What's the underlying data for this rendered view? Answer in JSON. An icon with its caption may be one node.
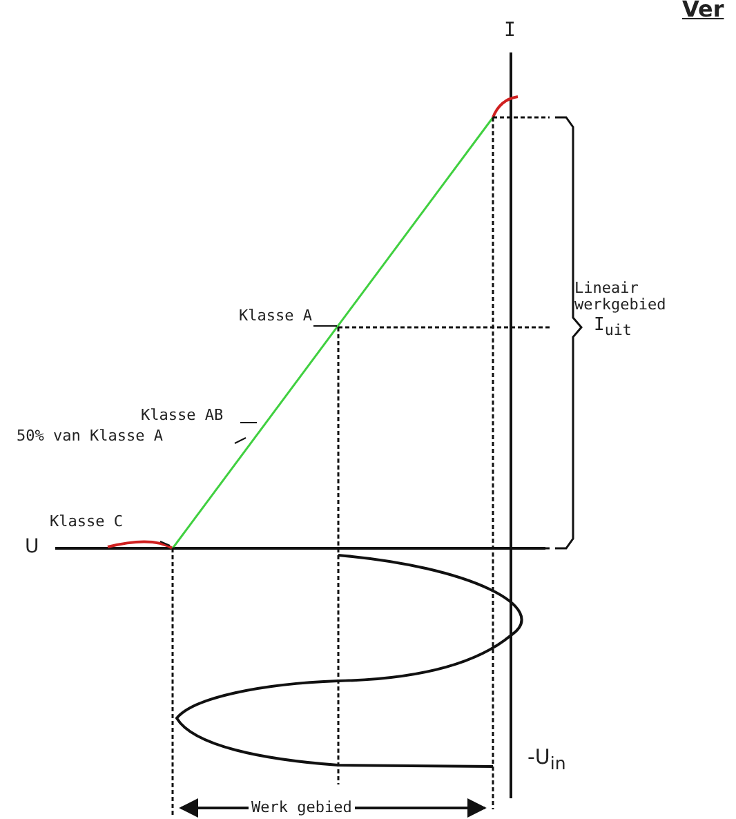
{
  "diagram": {
    "labels": [
      "Ver",
      "I",
      "Lineair werkgebied",
      "Klasse A",
      "I$_{uit}$",
      "Klasse AB",
      "50% van Klasse A",
      "Klasse C",
      "U",
      "-U$_{in}$",
      "Werk gebied"
    ]
  }
}
